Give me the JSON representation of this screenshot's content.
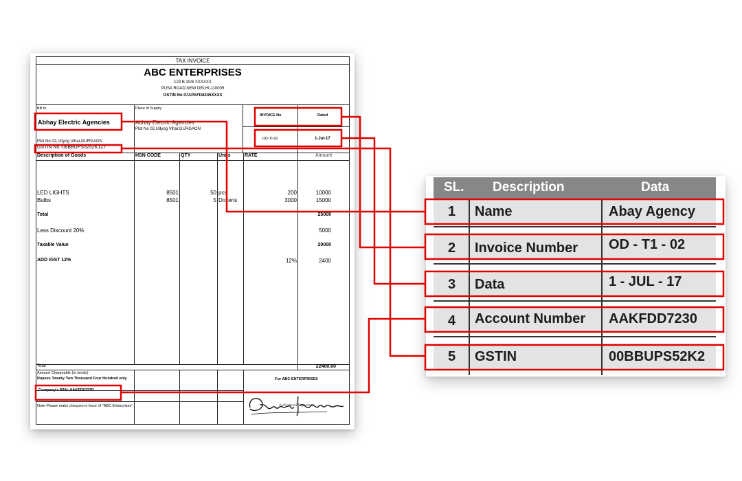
{
  "invoice": {
    "title": "TAX INVOICE",
    "company": "ABC ENTERPRISES",
    "address1": "123 B 20/8 XXXXXX",
    "address2": "PUSA ROAD,NEW DELHI-110005",
    "gstin": "GSTIN No 07APAFD8245XXXX",
    "bill_to_label": "Bill to",
    "bill_to_name": "Abhay Electric Agencies",
    "bill_to_address": "Plot No 02,Udyog Vihar,GURGAON",
    "bill_to_gstin": "GSTIN No.-06BBUPS5252K1Z7",
    "place_label": "Place of Supply",
    "place_name": "Abhay Electric Agencies",
    "place_address": "Plot No 02,Udyog Vihar,GURGAON",
    "invoice_no_label": "INVOICE No",
    "dated_label": "Dated",
    "invoice_no": "DD-TI-02",
    "dated": "1-Jul-17",
    "columns": [
      "Description of Goods",
      "HSN CODE",
      "QTY",
      "Units",
      "RATE",
      "Amount"
    ],
    "items": [
      {
        "desc": "LED LIGHTS",
        "hsn": "8501",
        "qty": "50",
        "units": "pcs",
        "rate": "200",
        "amount": "10000"
      },
      {
        "desc": "Bulbs",
        "hsn": "8501",
        "qty": "5",
        "units": "Dozens",
        "rate": "3000",
        "amount": "15000"
      }
    ],
    "total_label": "Total",
    "total_value": "25000",
    "discount_label": "Less Discount 20%",
    "discount_value": "5000",
    "taxable_label": "Taxable Value",
    "taxable_value": "20000",
    "igst_label": "ADD IGST 12%",
    "igst_rate": "12%",
    "igst_value": "2400",
    "grand_total_label": "Total",
    "grand_total": "22400.00",
    "words_label": "Amount Chargeable (in words)",
    "words": "Rupees Twenty Two Thousand Four Hundred only",
    "company_pan": "Company's PAN: AAKFD6723D",
    "note": "Note-Please make cheques in favor of \"ABC Enterprises\"",
    "for_company": "For ABC ENTERPRISES",
    "authorised": "Authorised Signatory",
    "signature": "Ritesh Pradhan"
  },
  "table": {
    "headers": [
      "SL.",
      "Description",
      "Data"
    ],
    "rows": [
      {
        "sl": "1",
        "description": "Name",
        "data": "Abay Agency"
      },
      {
        "sl": "2",
        "description": "Invoice Number",
        "data": "OD - T1 - 02"
      },
      {
        "sl": "3",
        "description": "Data",
        "data": "1 - JUL - 17"
      },
      {
        "sl": "4",
        "description": "Account Number",
        "data": "AAKFDD7230"
      },
      {
        "sl": "5",
        "description": "GSTIN",
        "data": "00BBUPS52K2"
      }
    ]
  },
  "colors": {
    "highlight": "#e00000",
    "header_bg": "#878787",
    "row_bg": "#e3e3e3"
  }
}
